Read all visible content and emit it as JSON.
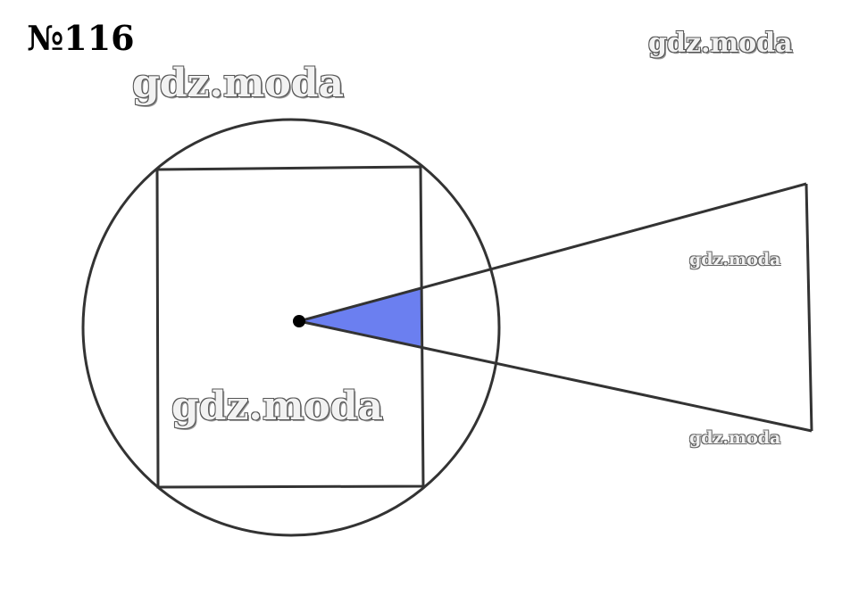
{
  "problem": {
    "number_label": "№116"
  },
  "watermarks": [
    "gdz.moda",
    "gdz.moda",
    "gdz.moda",
    "gdz.moda",
    "gdz.moda"
  ],
  "colors": {
    "stroke": "#333333",
    "sector_fill": "#6b7ff0",
    "center_point": "#000000"
  }
}
